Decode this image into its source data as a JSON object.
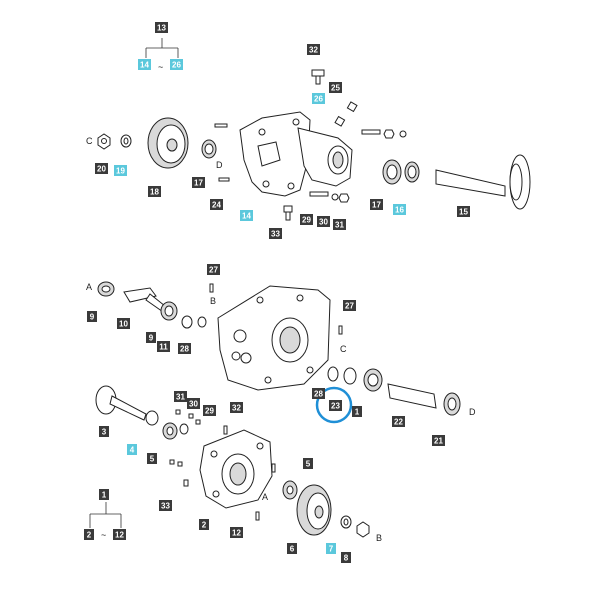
{
  "colors": {
    "tag_dark": "#3a3a3a",
    "tag_cyan": "#5bc8dc",
    "highlight_ring": "#1f8fd6",
    "line": "#333333"
  },
  "callouts": {
    "t13": "13",
    "t14a": "14",
    "t26": "26",
    "tilde1": "~",
    "t32a": "32",
    "t25": "25",
    "t26b": "26",
    "t19": "19",
    "t20": "20",
    "t18": "18",
    "t17a": "17",
    "t24": "24",
    "t14b": "14",
    "t33a": "33",
    "t29a": "29",
    "t30a": "30",
    "t31a": "31",
    "t17b": "17",
    "t16": "16",
    "t15": "15",
    "t27a": "27",
    "t9a": "9",
    "t10": "10",
    "t9b": "9",
    "t11": "11",
    "t28a": "28",
    "t27b": "27",
    "t28b": "28",
    "t23": "23",
    "t1a": "1",
    "t22": "22",
    "t21": "21",
    "t3": "3",
    "t4": "4",
    "t5a": "5",
    "t31b": "31",
    "t30b": "30",
    "t29b": "29",
    "t32b": "32",
    "t33b": "33",
    "t2": "2",
    "t12": "12",
    "t5b": "5",
    "t6": "6",
    "t7": "7",
    "t8": "8",
    "t1b": "1",
    "t2b": "2",
    "t12b": "12",
    "tilde2": "~"
  },
  "letters": {
    "c1": "C",
    "d1": "D",
    "a1": "A",
    "b1": "B",
    "c2": "C",
    "d2": "D",
    "a2": "A",
    "b2": "B"
  },
  "highlighted_part": "23"
}
